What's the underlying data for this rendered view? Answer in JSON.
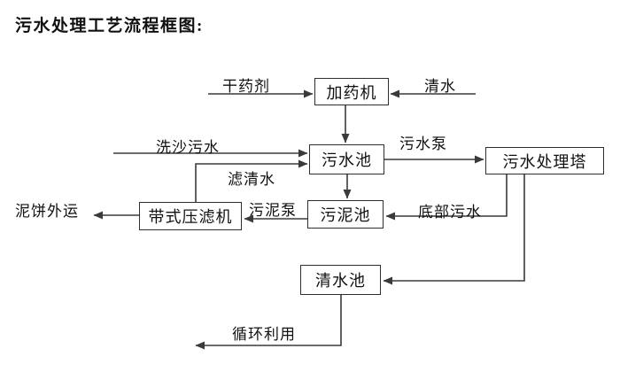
{
  "title": "污水处理工艺流程框图:",
  "colors": {
    "line": "#3a3a3a",
    "text": "#111111",
    "box_border": "#2e2e2e",
    "background": "#ffffff"
  },
  "diagram": {
    "nodes": {
      "dosing_machine": "加药机",
      "sewage_pool": "污水池",
      "treatment_tower": "污水处理塔",
      "sludge_pool": "污泥池",
      "belt_filter_press": "带式压滤机",
      "clear_water_pool": "清水池"
    },
    "flow_labels": {
      "dry_agent": "干药剂",
      "clear_water": "清水",
      "sand_washing_sewage": "洗沙污水",
      "sewage_pump": "污水泵",
      "filtered_water": "滤清水",
      "sludge_pump": "污泥泵",
      "bottom_sewage": "底部污水",
      "mud_cake_out": "泥饼外运",
      "recycle_reuse": "循环利用"
    }
  }
}
